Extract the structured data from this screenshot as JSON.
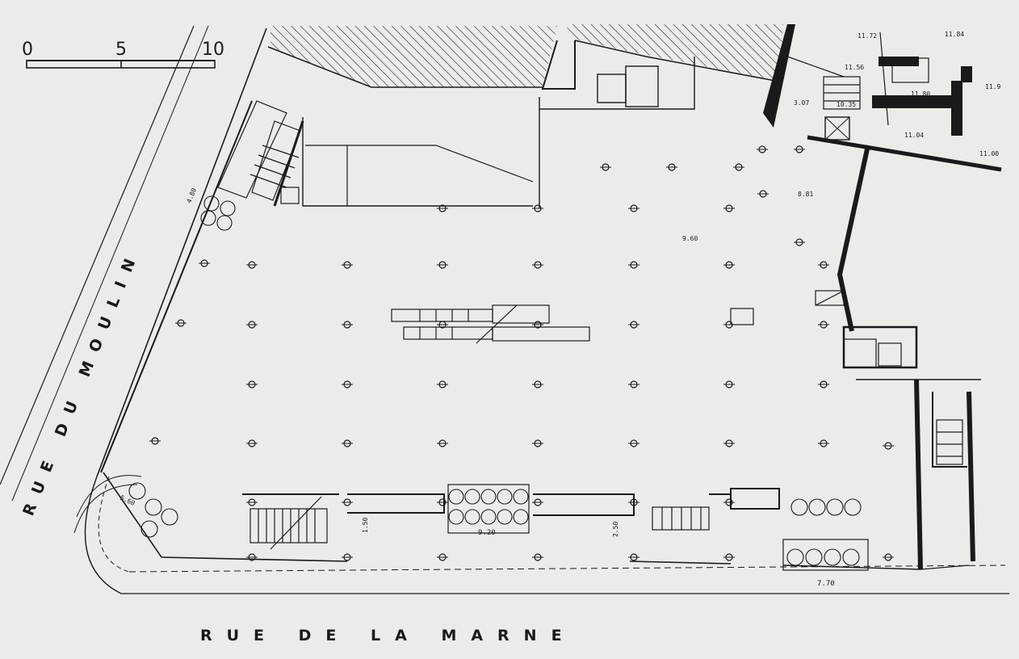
{
  "scale_bar": {
    "ticks": [
      "0",
      "5",
      "10"
    ]
  },
  "streets": {
    "rue_du_moulin": "RUE  DU  MOULIN",
    "rue_de_la_marne": "RUE   DE   LA   MARNE"
  },
  "dimensions": {
    "d_4_80": "4.80",
    "d_9_60": "9.60",
    "d_8_81": "8.81",
    "d_9_20": "9.20",
    "d_7_70": "7.70",
    "d_1_50": "1.50",
    "d_2_50": "2.50",
    "d_5_60": "5.60"
  },
  "elevations": {
    "e_11_72": "11.72",
    "e_11_84": "11.84",
    "e_11_56": "11.56",
    "e_11_80": "11.80",
    "e_11_9": "11.9",
    "e_3_07": "3.07",
    "e_10_35": "10.35",
    "e_11_04": "11.04",
    "e_11_00": "11.00"
  },
  "colors": {
    "paper": "#ebebe8",
    "ink": "#1a1a1a"
  }
}
